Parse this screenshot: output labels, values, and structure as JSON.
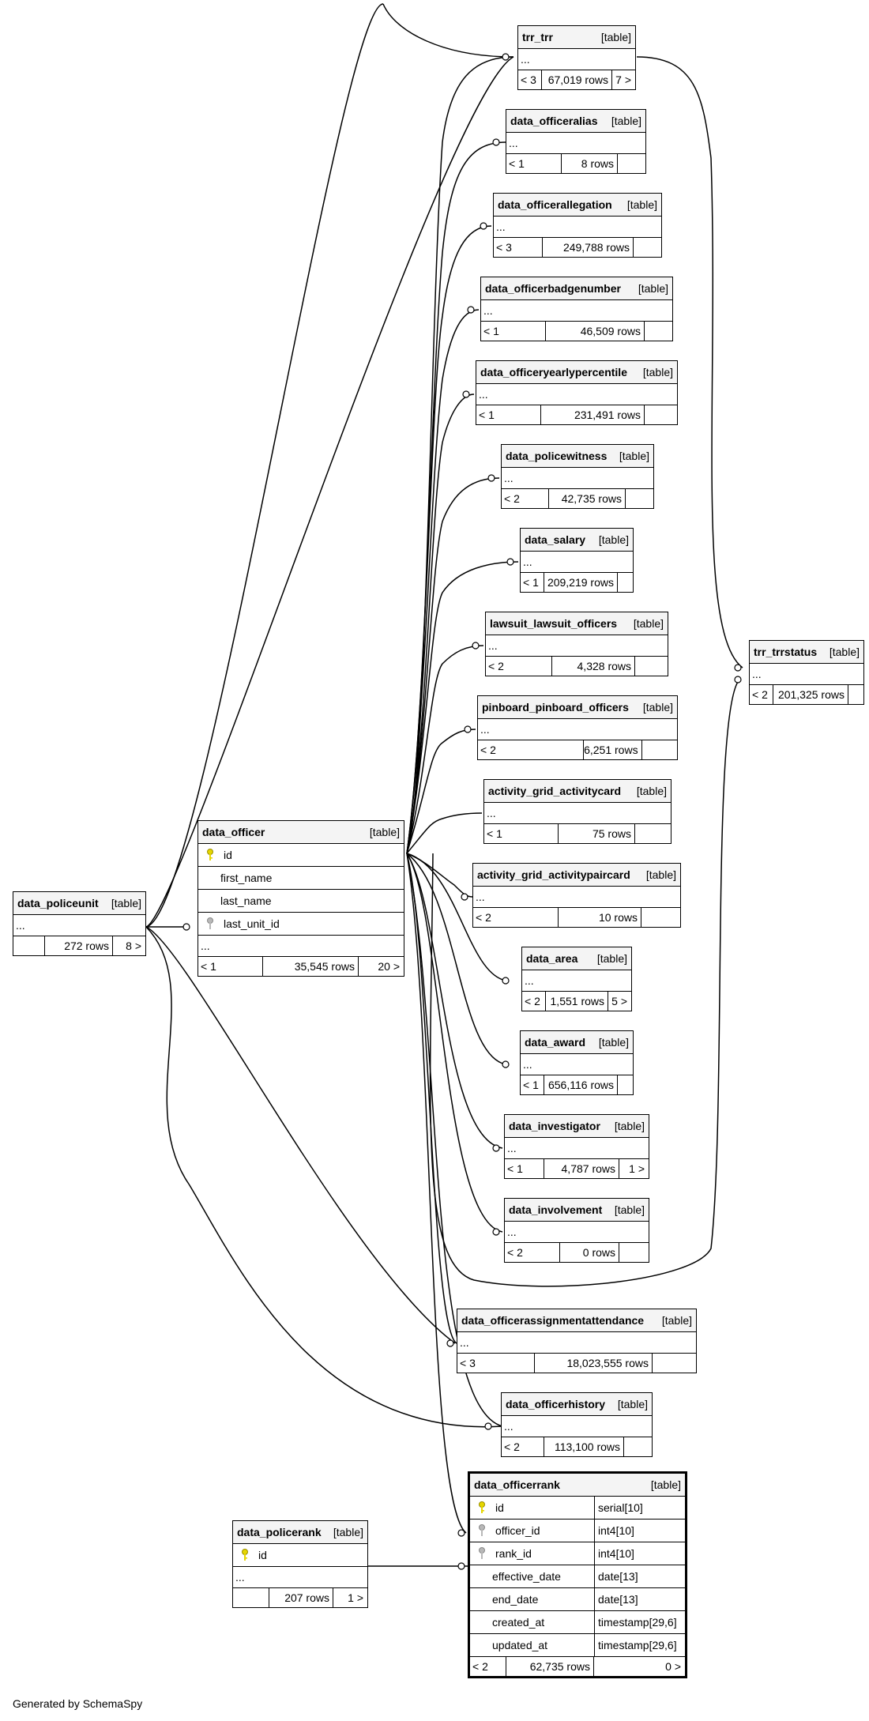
{
  "tag": "[table]",
  "footer": "Generated by SchemaSpy",
  "tables": {
    "trr_trr": {
      "name": "trr_trr",
      "ell": "...",
      "parents": "< 3",
      "rows": "67,019 rows",
      "children": "7 >"
    },
    "data_officeralias": {
      "name": "data_officeralias",
      "ell": "...",
      "parents": "< 1",
      "rows": "8 rows",
      "children": ""
    },
    "data_officerallegation": {
      "name": "data_officerallegation",
      "ell": "...",
      "parents": "< 3",
      "rows": "249,788 rows",
      "children": ""
    },
    "data_officerbadgenumber": {
      "name": "data_officerbadgenumber",
      "ell": "...",
      "parents": "< 1",
      "rows": "46,509 rows",
      "children": ""
    },
    "data_officeryearlypercentile": {
      "name": "data_officeryearlypercentile",
      "ell": "...",
      "parents": "< 1",
      "rows": "231,491 rows",
      "children": ""
    },
    "data_policewitness": {
      "name": "data_policewitness",
      "ell": "...",
      "parents": "< 2",
      "rows": "42,735 rows",
      "children": ""
    },
    "data_salary": {
      "name": "data_salary",
      "ell": "...",
      "parents": "< 1",
      "rows": "209,219 rows",
      "children": ""
    },
    "lawsuit_lawsuit_officers": {
      "name": "lawsuit_lawsuit_officers",
      "ell": "...",
      "parents": "< 2",
      "rows": "4,328 rows",
      "children": ""
    },
    "pinboard_pinboard_officers": {
      "name": "pinboard_pinboard_officers",
      "ell": "...",
      "parents": "< 2",
      "rows": "6,251 rows",
      "children": ""
    },
    "activity_grid_activitycard": {
      "name": "activity_grid_activitycard",
      "ell": "...",
      "parents": "< 1",
      "rows": "75 rows",
      "children": ""
    },
    "activity_grid_activitypaircard": {
      "name": "activity_grid_activitypaircard",
      "ell": "...",
      "parents": "< 2",
      "rows": "10 rows",
      "children": ""
    },
    "data_area": {
      "name": "data_area",
      "ell": "...",
      "parents": "< 2",
      "rows": "1,551 rows",
      "children": "5 >"
    },
    "data_award": {
      "name": "data_award",
      "ell": "...",
      "parents": "< 1",
      "rows": "656,116 rows",
      "children": ""
    },
    "data_investigator": {
      "name": "data_investigator",
      "ell": "...",
      "parents": "< 1",
      "rows": "4,787 rows",
      "children": "1 >"
    },
    "data_involvement": {
      "name": "data_involvement",
      "ell": "...",
      "parents": "< 2",
      "rows": "0 rows",
      "children": ""
    },
    "data_officerassignmentattendance": {
      "name": "data_officerassignmentattendance",
      "ell": "...",
      "parents": "< 3",
      "rows": "18,023,555 rows",
      "children": ""
    },
    "data_officerhistory": {
      "name": "data_officerhistory",
      "ell": "...",
      "parents": "< 2",
      "rows": "113,100 rows",
      "children": ""
    },
    "trr_trrstatus": {
      "name": "trr_trrstatus",
      "ell": "...",
      "parents": "< 2",
      "rows": "201,325 rows",
      "children": ""
    },
    "data_policeunit": {
      "name": "data_policeunit",
      "ell": "...",
      "parents": "",
      "rows": "272 rows",
      "children": "8 >"
    },
    "data_policerank": {
      "name": "data_policerank",
      "ell": "...",
      "parents": "",
      "rows": "207 rows",
      "children": "1 >",
      "columns": [
        {
          "name": "id"
        }
      ]
    },
    "data_officer": {
      "name": "data_officer",
      "ell": "...",
      "parents": "< 1",
      "rows": "35,545 rows",
      "children": "20 >",
      "columns": [
        {
          "name": "id"
        },
        {
          "name": "first_name"
        },
        {
          "name": "last_name"
        },
        {
          "name": "last_unit_id"
        }
      ]
    },
    "data_officerrank": {
      "name": "data_officerrank",
      "ell": "",
      "parents": "< 2",
      "rows": "62,735 rows",
      "children": "0 >",
      "columns": [
        {
          "name": "id",
          "type": "serial[10]"
        },
        {
          "name": "officer_id",
          "type": "int4[10]"
        },
        {
          "name": "rank_id",
          "type": "int4[10]"
        },
        {
          "name": "effective_date",
          "type": "date[13]"
        },
        {
          "name": "end_date",
          "type": "date[13]"
        },
        {
          "name": "created_at",
          "type": "timestamp[29,6]"
        },
        {
          "name": "updated_at",
          "type": "timestamp[29,6]"
        }
      ]
    }
  }
}
